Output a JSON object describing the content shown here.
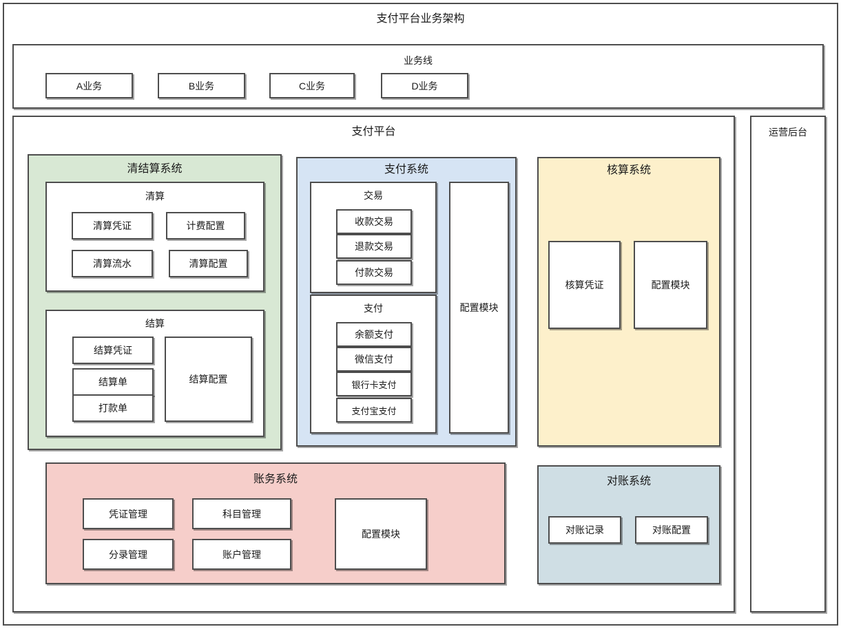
{
  "diagram": {
    "title": "支付平台业务架构",
    "business_lines": {
      "title": "业务线",
      "items": [
        {
          "label": "A业务"
        },
        {
          "label": "B业务"
        },
        {
          "label": "C业务"
        },
        {
          "label": "D业务"
        }
      ]
    },
    "payment_platform": {
      "title": "支付平台",
      "systems": {
        "clearing_settlement": {
          "title": "清结算系统",
          "color": "#d8e8d4",
          "groups": {
            "clearing": {
              "title": "清算",
              "items": [
                {
                  "label": "清算凭证"
                },
                {
                  "label": "计费配置"
                },
                {
                  "label": "清算流水"
                },
                {
                  "label": "清算配置"
                }
              ]
            },
            "settlement": {
              "title": "结算",
              "items": [
                {
                  "label": "结算凭证"
                },
                {
                  "label": "结算单"
                },
                {
                  "label": "打款单"
                },
                {
                  "label": "结算配置"
                }
              ]
            }
          }
        },
        "payment": {
          "title": "支付系统",
          "color": "#d6e4f4",
          "groups": {
            "transaction": {
              "title": "交易",
              "items": [
                {
                  "label": "收款交易"
                },
                {
                  "label": "退款交易"
                },
                {
                  "label": "付款交易"
                }
              ]
            },
            "pay": {
              "title": "支付",
              "items": [
                {
                  "label": "余额支付"
                },
                {
                  "label": "微信支付"
                },
                {
                  "label": "银行卡支付"
                },
                {
                  "label": "支付宝支付"
                }
              ]
            }
          },
          "config_module": {
            "label": "配置模块"
          }
        },
        "accounting_core": {
          "title": "核算系统",
          "color": "#fdf0cb",
          "items": [
            {
              "label": "核算凭证"
            },
            {
              "label": "配置模块"
            }
          ]
        },
        "bookkeeping": {
          "title": "账务系统",
          "color": "#f6ceca",
          "items": [
            {
              "label": "凭证管理"
            },
            {
              "label": "科目管理"
            },
            {
              "label": "分录管理"
            },
            {
              "label": "账户管理"
            }
          ],
          "config_module": {
            "label": "配置模块"
          }
        },
        "reconciliation": {
          "title": "对账系统",
          "color": "#cfdee4",
          "items": [
            {
              "label": "对账记录"
            },
            {
              "label": "对账配置"
            }
          ]
        }
      }
    },
    "operations_backend": {
      "title": "运营后台"
    }
  }
}
